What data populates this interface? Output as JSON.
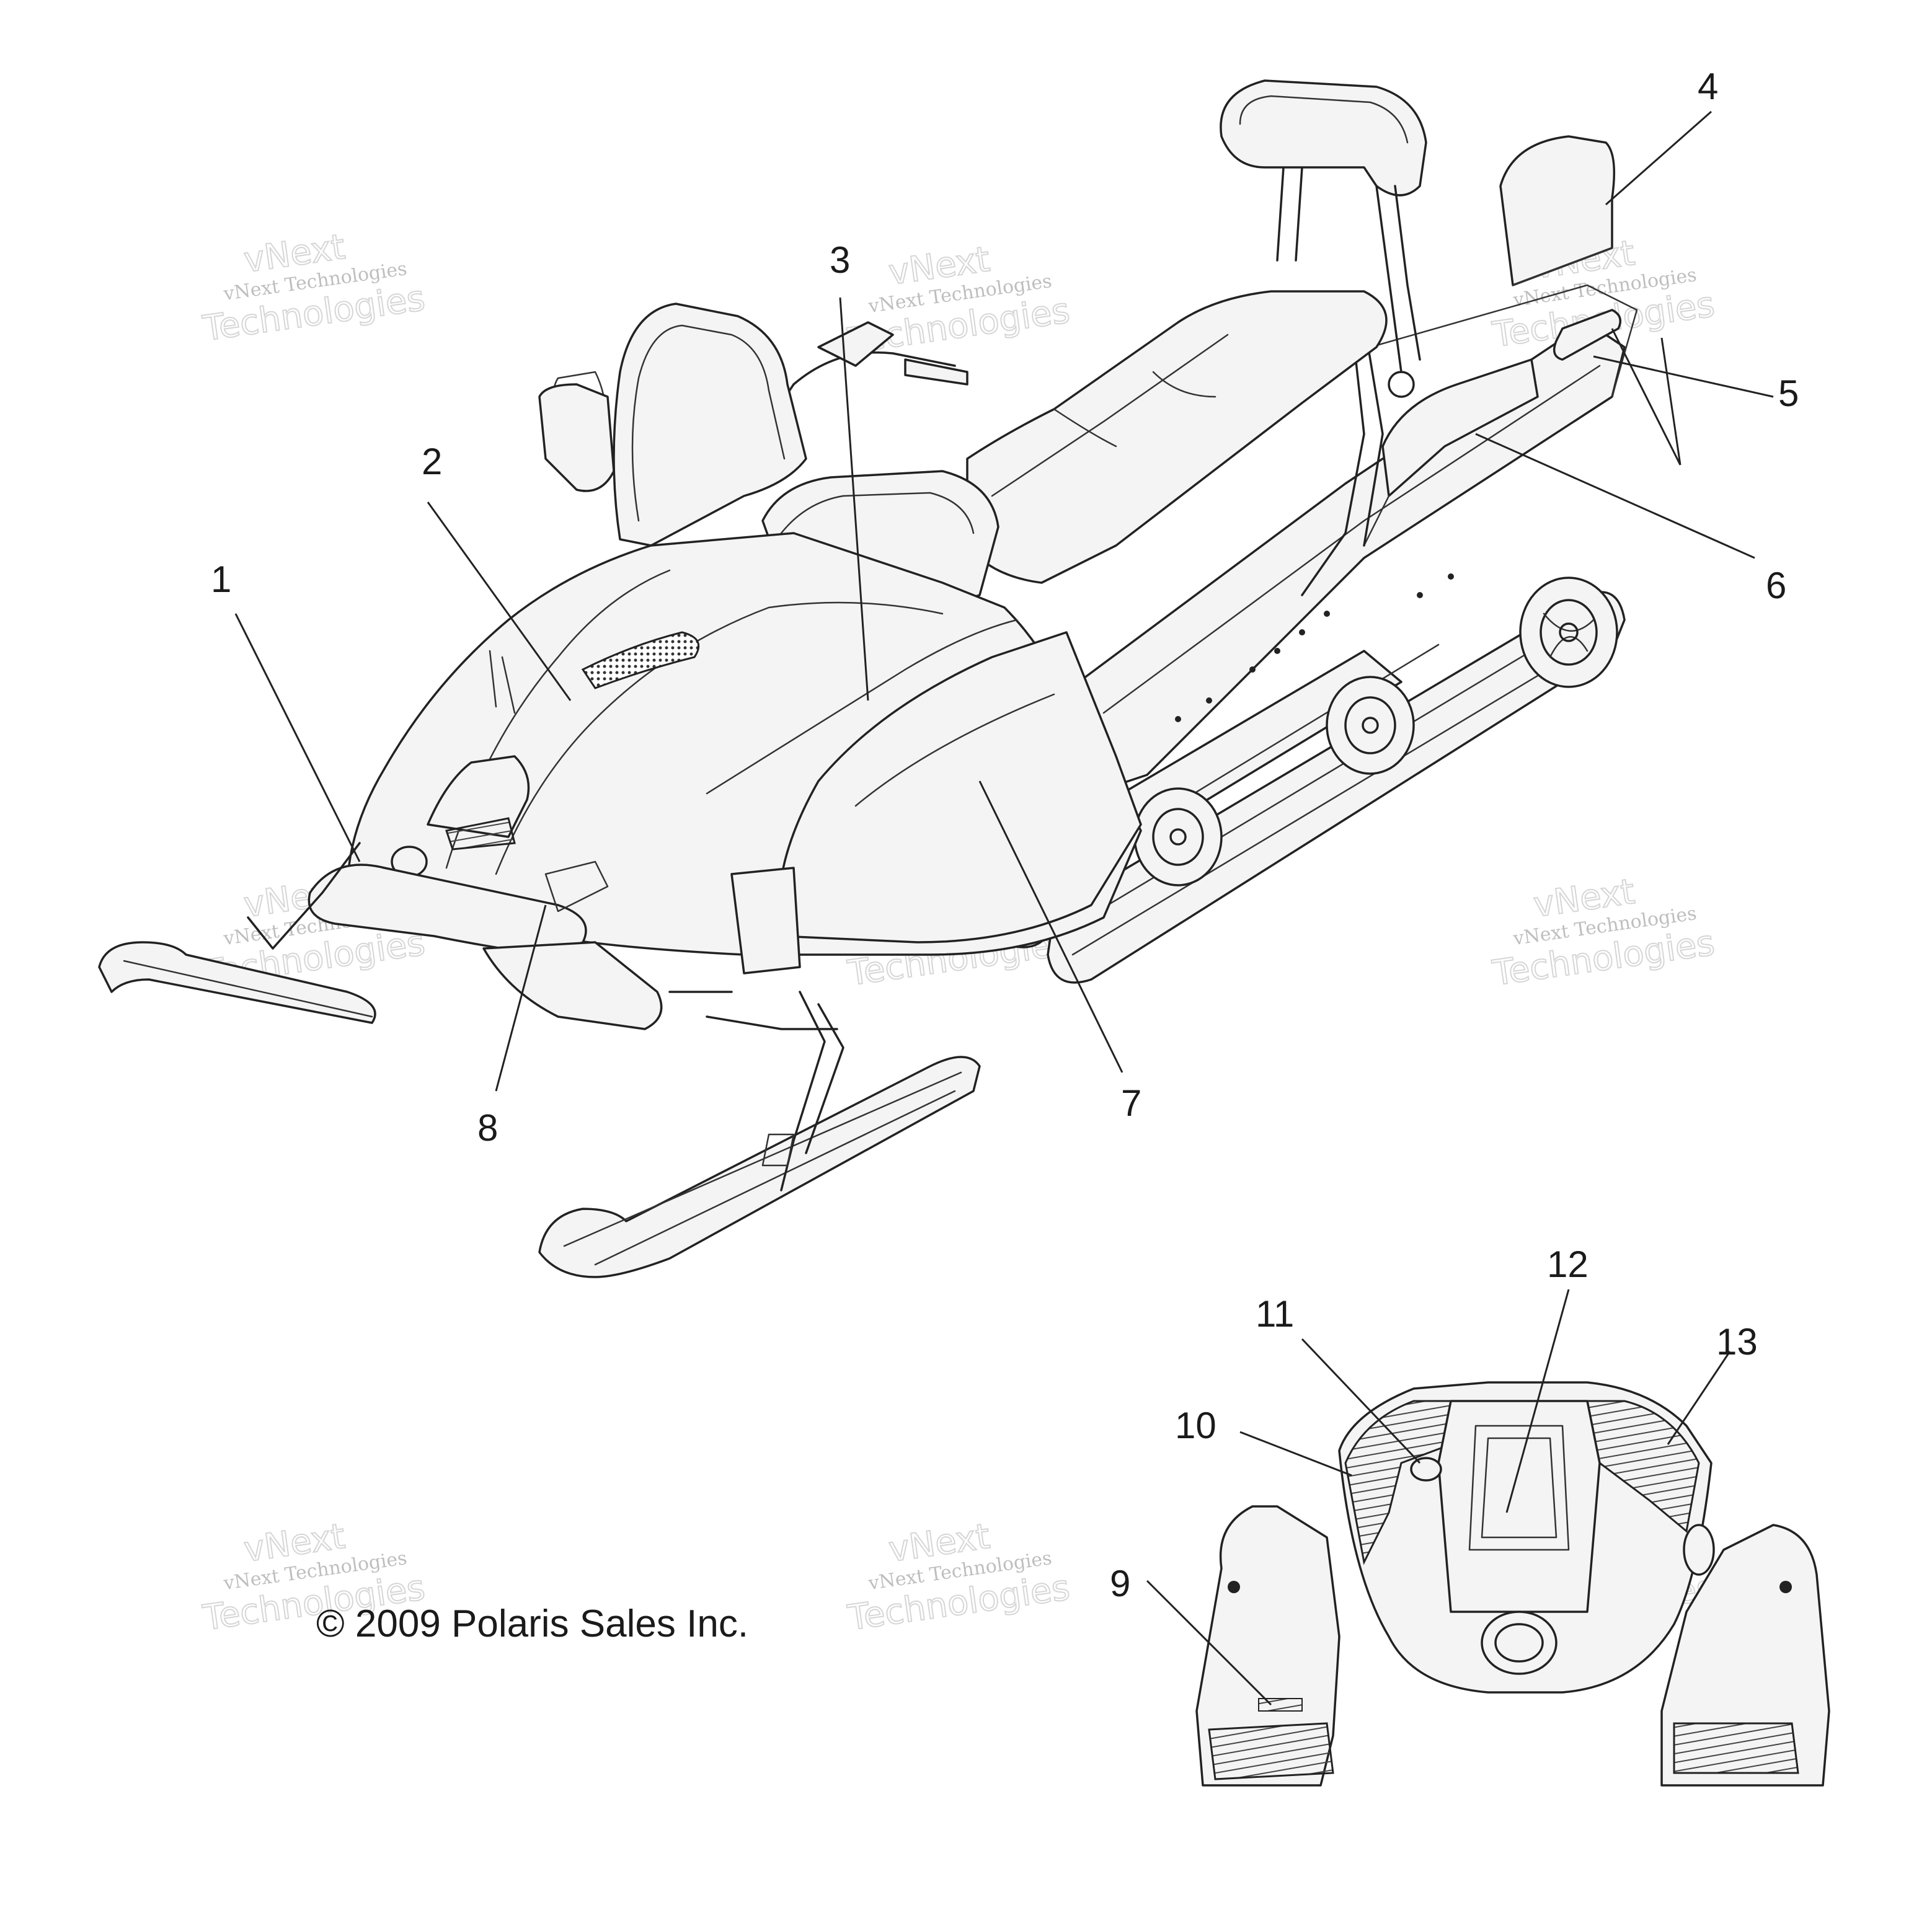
{
  "callouts": [
    {
      "id": "1",
      "label": "1"
    },
    {
      "id": "2",
      "label": "2"
    },
    {
      "id": "3",
      "label": "3"
    },
    {
      "id": "4",
      "label": "4"
    },
    {
      "id": "5",
      "label": "5"
    },
    {
      "id": "6",
      "label": "6"
    },
    {
      "id": "7",
      "label": "7"
    },
    {
      "id": "8",
      "label": "8"
    },
    {
      "id": "9",
      "label": "9"
    },
    {
      "id": "10",
      "label": "10"
    },
    {
      "id": "11",
      "label": "11"
    },
    {
      "id": "12",
      "label": "12"
    },
    {
      "id": "13",
      "label": "13"
    }
  ],
  "copyright": "© 2009 Polaris Sales Inc.",
  "watermark": {
    "line1": "vNext Technologies",
    "line2": "vNext",
    "line3": "Technologies"
  }
}
